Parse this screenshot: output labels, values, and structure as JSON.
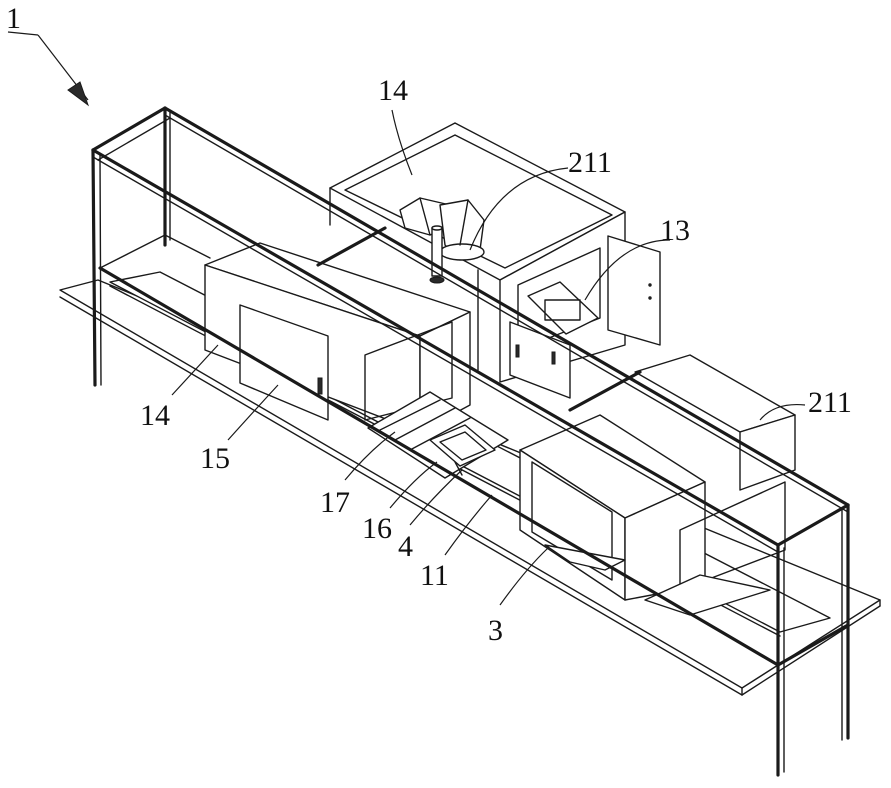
{
  "labels": {
    "assembly": "1",
    "enclosure_top": "14",
    "camera_top": "211",
    "cabinet_door": "13",
    "camera_right": "211",
    "enclosure_left": "14",
    "door_left": "15",
    "part_17": "17",
    "part_16": "16",
    "part_4": "4",
    "part_11": "11",
    "part_3": "3"
  }
}
